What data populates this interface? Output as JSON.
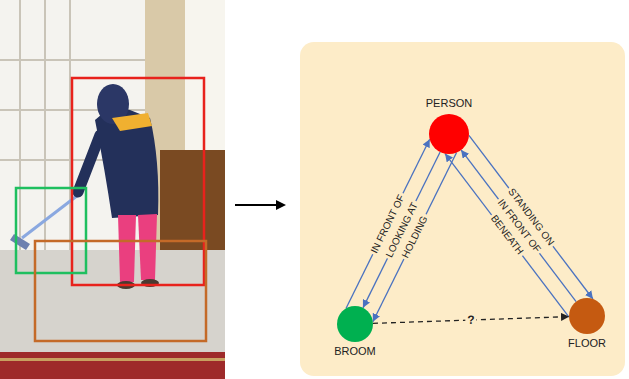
{
  "diagram": {
    "nodes": [
      {
        "text": [
          "PERSON"
        ]
      },
      {
        "text": [
          "BROOM"
        ]
      },
      {
        "text": [
          "FLOOR"
        ]
      }
    ],
    "edges": [
      {
        "from": 1,
        "to": 0,
        "arrow": "to",
        "label": "IN FRONT OF"
      },
      {
        "from": 0,
        "to": 1,
        "arrow": "to",
        "label": "LOOKING AT"
      },
      {
        "from": 0,
        "to": 1,
        "arrow": "to",
        "label": "HOLDING"
      },
      {
        "from": 2,
        "to": 0,
        "arrow": "to",
        "label": "BENEATH"
      },
      {
        "from": 2,
        "to": 0,
        "arrow": "to",
        "label": "IN FRONT OF"
      },
      {
        "from": 0,
        "to": 2,
        "arrow": "to",
        "label": "STANDING ON"
      },
      {
        "from": 1,
        "to": 2,
        "arrow": "to",
        "label": "?"
      }
    ]
  }
}
